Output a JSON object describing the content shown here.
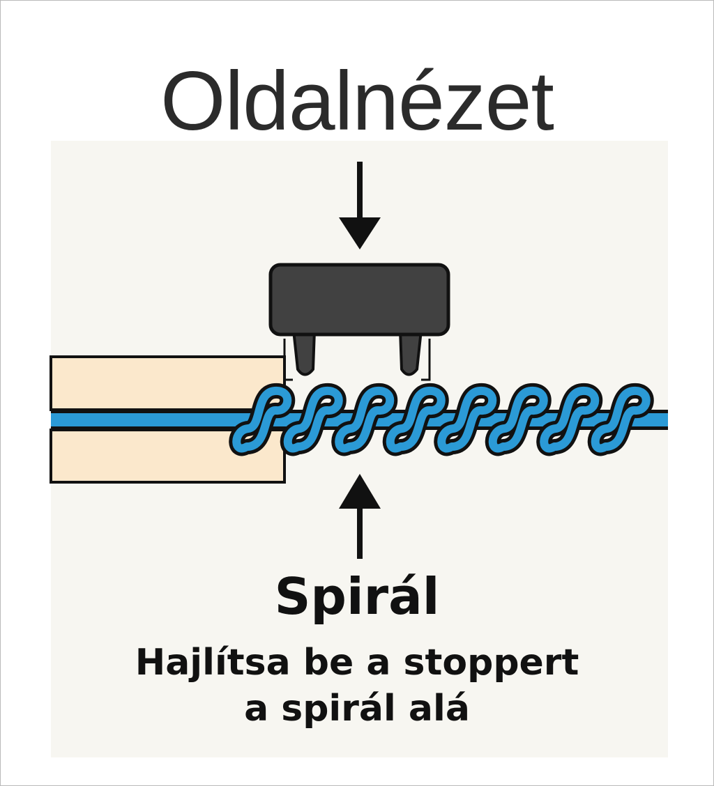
{
  "title": "Oldalnézet",
  "caption": {
    "main": "Spirál",
    "line1": "Hajlítsa be a stoppert",
    "line2": "a spirál alá"
  },
  "colors": {
    "background_panel": "#f7f6f1",
    "cover": "#fbe8cc",
    "spiral": "#2b9ad6",
    "stopper": "#414141",
    "outline": "#111111",
    "title_text": "#2b2b2b"
  },
  "icons": {
    "top_arrow": "arrow-down-icon",
    "bottom_arrow": "arrow-up-icon"
  }
}
